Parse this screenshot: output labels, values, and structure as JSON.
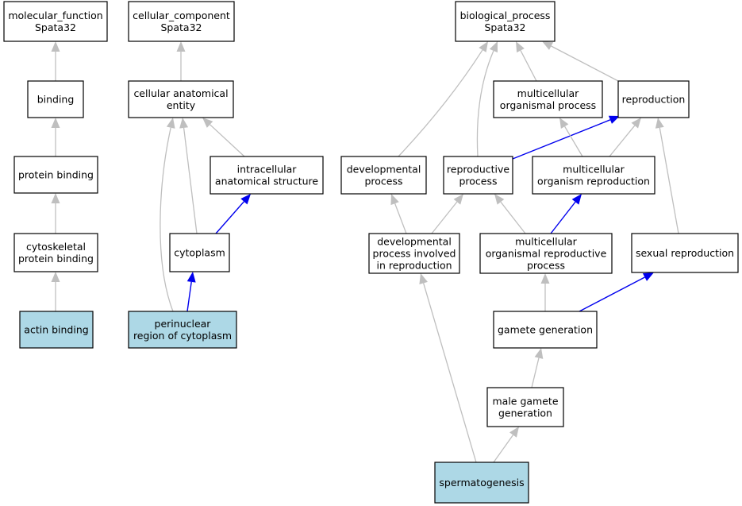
{
  "colors": {
    "node_default": "#ffffff",
    "node_highlight": "#add8e6",
    "edge_is_a": "#bfbfbf",
    "edge_part_of": "#0000ee"
  },
  "nodes": [
    {
      "id": "mf",
      "lines": [
        "molecular_function",
        "Spata32"
      ],
      "highlight": false
    },
    {
      "id": "binding",
      "lines": [
        "binding"
      ],
      "highlight": false
    },
    {
      "id": "protein_binding",
      "lines": [
        "protein binding"
      ],
      "highlight": false
    },
    {
      "id": "cytoskeletal",
      "lines": [
        "cytoskeletal",
        "protein binding"
      ],
      "highlight": false
    },
    {
      "id": "actin",
      "lines": [
        "actin binding"
      ],
      "highlight": true
    },
    {
      "id": "cc",
      "lines": [
        "cellular_component",
        "Spata32"
      ],
      "highlight": false
    },
    {
      "id": "cae",
      "lines": [
        "cellular anatomical",
        "entity"
      ],
      "highlight": false
    },
    {
      "id": "ias",
      "lines": [
        "intracellular",
        "anatomical structure"
      ],
      "highlight": false
    },
    {
      "id": "cytoplasm",
      "lines": [
        "cytoplasm"
      ],
      "highlight": false
    },
    {
      "id": "perinuclear",
      "lines": [
        "perinuclear",
        "region of cytoplasm"
      ],
      "highlight": true
    },
    {
      "id": "bp",
      "lines": [
        "biological_process",
        "Spata32"
      ],
      "highlight": false
    },
    {
      "id": "mop",
      "lines": [
        "multicellular",
        "organismal process"
      ],
      "highlight": false
    },
    {
      "id": "repro",
      "lines": [
        "reproduction"
      ],
      "highlight": false
    },
    {
      "id": "dev",
      "lines": [
        "developmental",
        "process"
      ],
      "highlight": false
    },
    {
      "id": "rp",
      "lines": [
        "reproductive",
        "process"
      ],
      "highlight": false
    },
    {
      "id": "mor",
      "lines": [
        "multicellular",
        "organism reproduction"
      ],
      "highlight": false
    },
    {
      "id": "dpir",
      "lines": [
        "developmental",
        "process involved",
        "in reproduction"
      ],
      "highlight": false
    },
    {
      "id": "morp",
      "lines": [
        "multicellular",
        "organismal reproductive",
        "process"
      ],
      "highlight": false
    },
    {
      "id": "sexual",
      "lines": [
        "sexual reproduction"
      ],
      "highlight": false
    },
    {
      "id": "gamete",
      "lines": [
        "gamete generation"
      ],
      "highlight": false
    },
    {
      "id": "male",
      "lines": [
        "male gamete",
        "generation"
      ],
      "highlight": false
    },
    {
      "id": "sperm",
      "lines": [
        "spermatogenesis"
      ],
      "highlight": true
    }
  ],
  "edges": [
    {
      "from": "binding",
      "to": "mf",
      "type": "is_a"
    },
    {
      "from": "protein_binding",
      "to": "binding",
      "type": "is_a"
    },
    {
      "from": "cytoskeletal",
      "to": "protein_binding",
      "type": "is_a"
    },
    {
      "from": "actin",
      "to": "cytoskeletal",
      "type": "is_a"
    },
    {
      "from": "cae",
      "to": "cc",
      "type": "is_a"
    },
    {
      "from": "ias",
      "to": "cae",
      "type": "is_a"
    },
    {
      "from": "cytoplasm",
      "to": "cae",
      "type": "is_a"
    },
    {
      "from": "cytoplasm",
      "to": "ias",
      "type": "part_of"
    },
    {
      "from": "perinuclear",
      "to": "cae",
      "type": "is_a"
    },
    {
      "from": "perinuclear",
      "to": "cytoplasm",
      "type": "part_of"
    },
    {
      "from": "mop",
      "to": "bp",
      "type": "is_a"
    },
    {
      "from": "repro",
      "to": "bp",
      "type": "is_a"
    },
    {
      "from": "dev",
      "to": "bp",
      "type": "is_a"
    },
    {
      "from": "rp",
      "to": "bp",
      "type": "is_a"
    },
    {
      "from": "rp",
      "to": "repro",
      "type": "part_of"
    },
    {
      "from": "mor",
      "to": "mop",
      "type": "is_a"
    },
    {
      "from": "mor",
      "to": "repro",
      "type": "is_a"
    },
    {
      "from": "dpir",
      "to": "dev",
      "type": "is_a"
    },
    {
      "from": "dpir",
      "to": "rp",
      "type": "is_a"
    },
    {
      "from": "morp",
      "to": "rp",
      "type": "is_a"
    },
    {
      "from": "morp",
      "to": "mor",
      "type": "part_of"
    },
    {
      "from": "sexual",
      "to": "repro",
      "type": "is_a"
    },
    {
      "from": "gamete",
      "to": "morp",
      "type": "is_a"
    },
    {
      "from": "gamete",
      "to": "sexual",
      "type": "part_of"
    },
    {
      "from": "male",
      "to": "gamete",
      "type": "is_a"
    },
    {
      "from": "sperm",
      "to": "male",
      "type": "is_a"
    },
    {
      "from": "sperm",
      "to": "dpir",
      "type": "is_a"
    }
  ]
}
